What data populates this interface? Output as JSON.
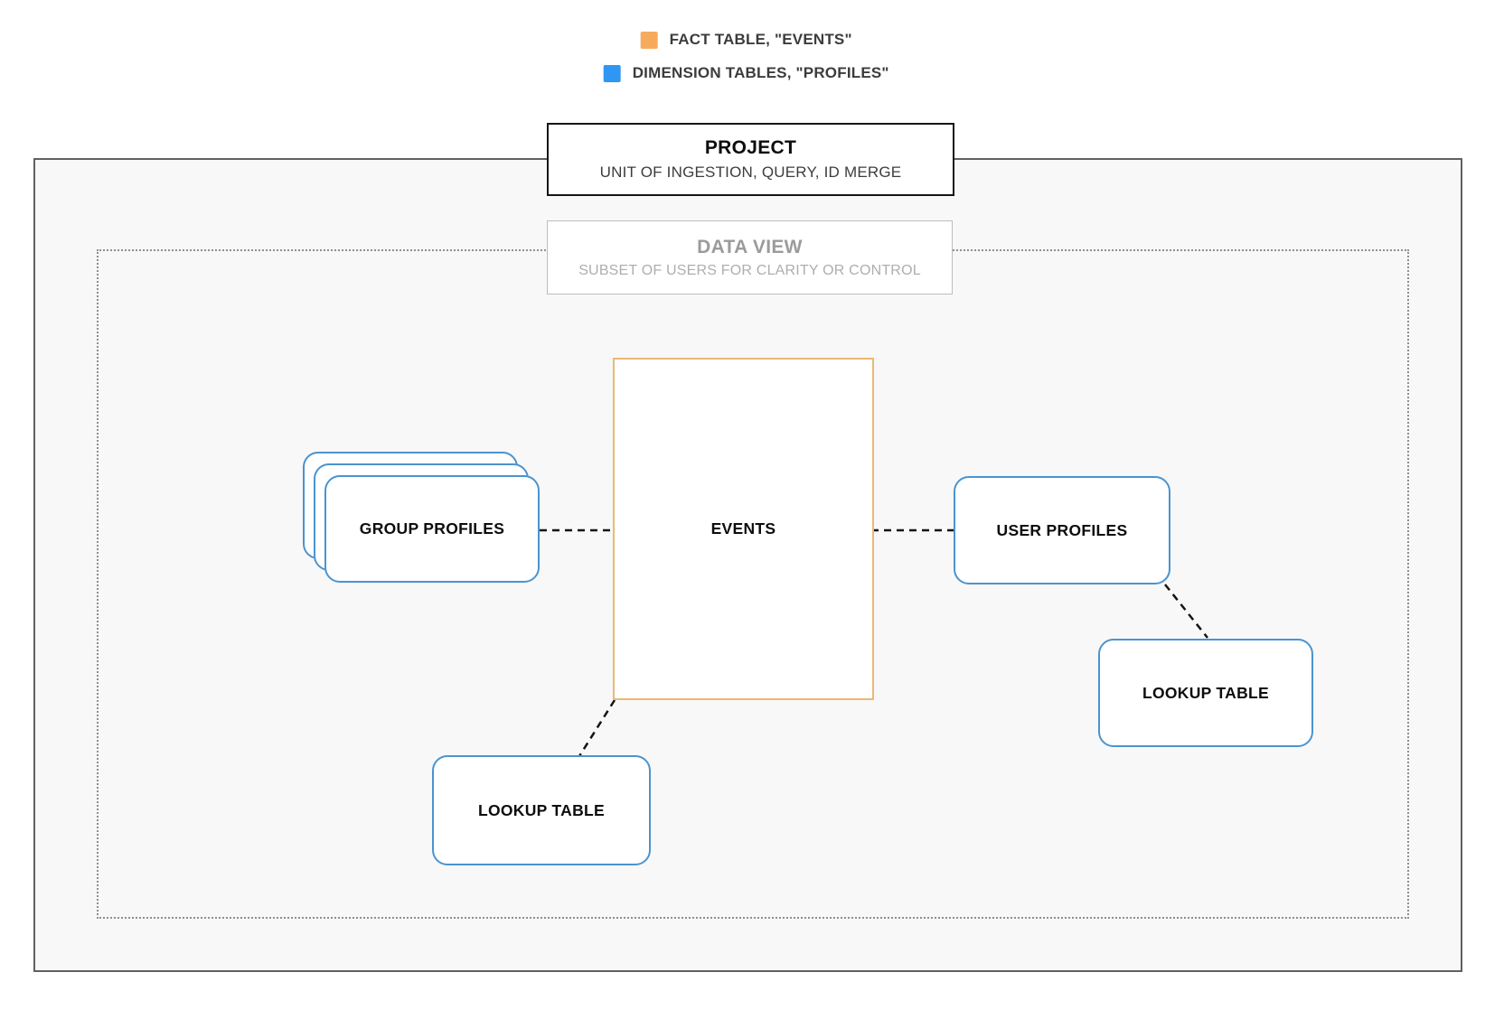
{
  "colors": {
    "fact_table_orange": "#f6ab5c",
    "dimension_table_blue": "#2f96f3",
    "node_border_blue": "#4a94d0",
    "events_border_orange": "#eab877",
    "connector_black": "#141414",
    "outer_border_gray": "#606060",
    "inner_background": "#f8f8f8"
  },
  "legend": {
    "items": [
      {
        "label": "FACT TABLE, \"EVENTS\"",
        "swatch_color": "#f6ab5c",
        "swatch_name": "fact-table-swatch"
      },
      {
        "label": "DIMENSION TABLES, \"PROFILES\"",
        "swatch_color": "#2f96f3",
        "swatch_name": "dimension-tables-swatch"
      }
    ]
  },
  "project": {
    "title": "PROJECT",
    "subtitle": "UNIT OF INGESTION, QUERY, ID MERGE"
  },
  "data_view": {
    "title": "DATA VIEW",
    "subtitle": "SUBSET OF USERS FOR CLARITY OR CONTROL"
  },
  "nodes": {
    "events": {
      "label": "EVENTS",
      "type": "fact_table"
    },
    "group_profiles": {
      "label": "GROUP PROFILES",
      "type": "dimension_table_stack"
    },
    "user_profiles": {
      "label": "USER PROFILES",
      "type": "dimension_table"
    },
    "lookup_table_right": {
      "label": "LOOKUP TABLE",
      "type": "dimension_table"
    },
    "lookup_table_bottom": {
      "label": "LOOKUP TABLE",
      "type": "dimension_table"
    }
  },
  "connections": [
    {
      "from": "GROUP PROFILES",
      "to": "EVENTS",
      "style": "dashed"
    },
    {
      "from": "EVENTS",
      "to": "USER PROFILES",
      "style": "dashed"
    },
    {
      "from": "USER PROFILES",
      "to": "LOOKUP TABLE",
      "style": "dashed"
    },
    {
      "from": "EVENTS",
      "to": "LOOKUP TABLE",
      "style": "dashed"
    }
  ]
}
